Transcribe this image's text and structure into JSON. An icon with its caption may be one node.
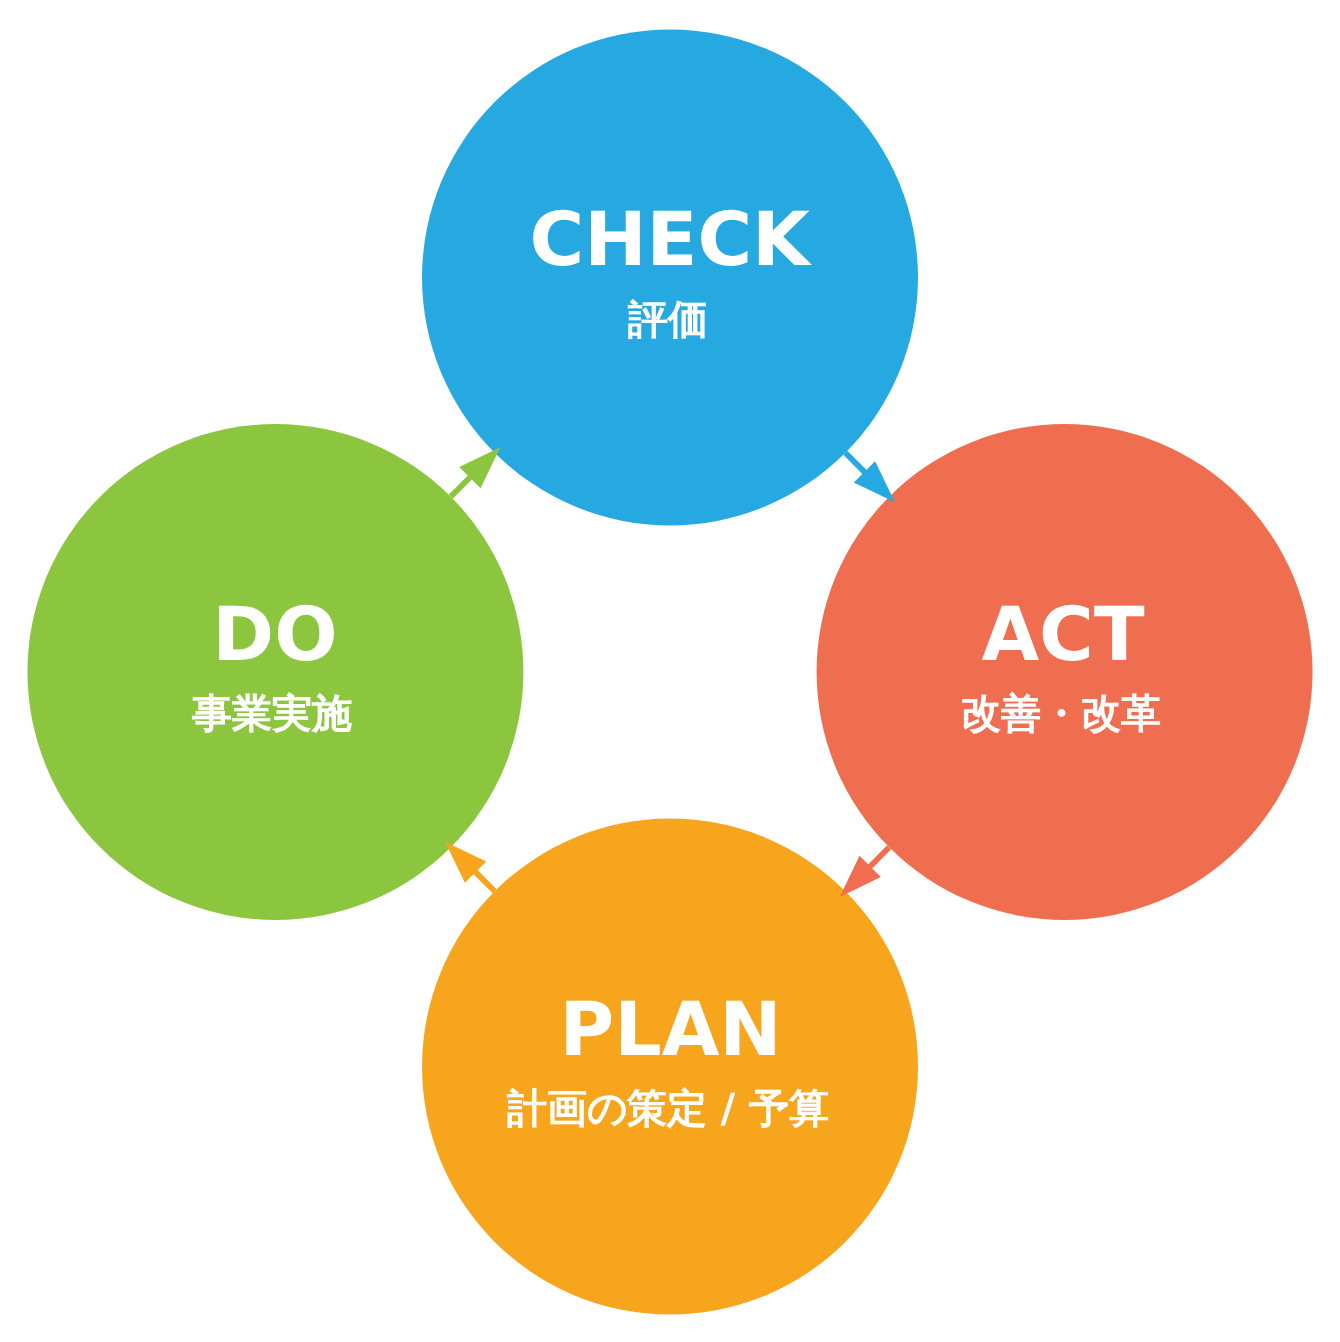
{
  "diagram": {
    "nodes": [
      {
        "text": [
          "PLAN",
          "計画の策定 / 予算"
        ]
      },
      {
        "text": [
          "DO",
          "事業実施"
        ]
      },
      {
        "text": [
          "CHECK",
          "評価"
        ]
      },
      {
        "text": [
          "ACT",
          "改善・改革"
        ]
      }
    ],
    "edges": [
      {
        "from": 0,
        "to": 1,
        "arrow": "to",
        "color": "#f7a51c"
      },
      {
        "from": 1,
        "to": 2,
        "arrow": "to",
        "color": "#8cc63f"
      },
      {
        "from": 2,
        "to": 3,
        "arrow": "to",
        "color": "#25a9e0"
      },
      {
        "from": 3,
        "to": 0,
        "arrow": "to",
        "color": "#f06e50"
      }
    ]
  }
}
